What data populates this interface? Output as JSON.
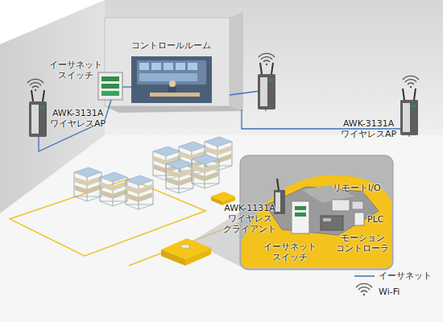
{
  "diagram": {
    "labels": [
      "コントロールルーム",
      "イーサネット スイッチ",
      "AWK-3131A ワイヤレスAP",
      "AWK-3131A ワイヤレスAP",
      "リモートI/O",
      "AWK-1131A ワイヤレス クライアント",
      "PLC",
      "イーサネット スイッチ",
      "モーション コントローラ"
    ],
    "legend": [
      {
        "text": "イーサネット"
      },
      {
        "text": "Wi-Fi"
      }
    ]
  }
}
